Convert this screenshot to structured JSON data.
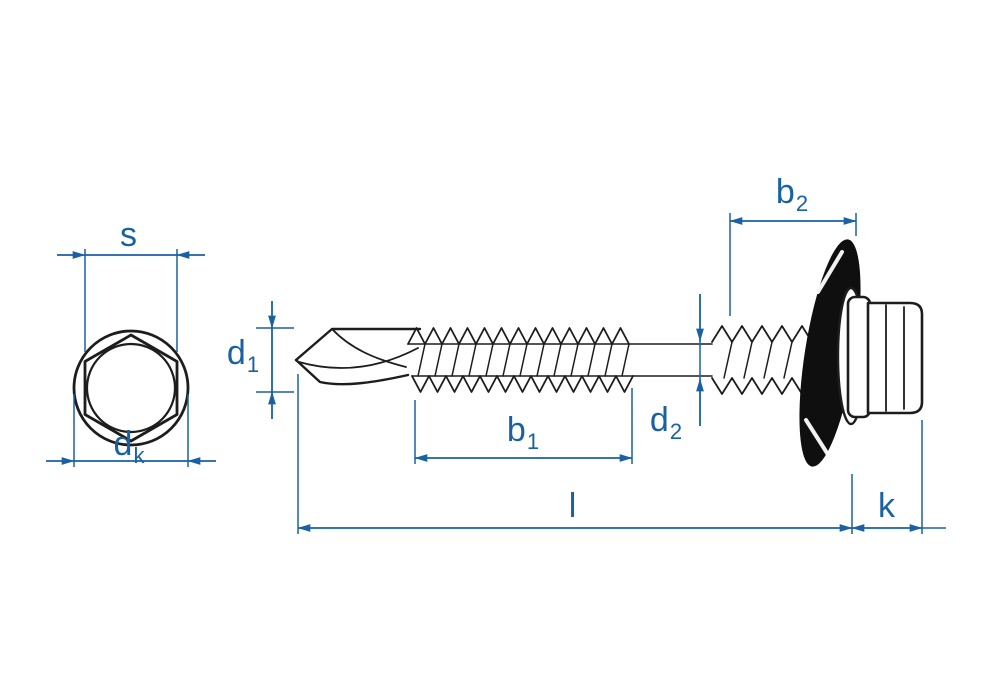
{
  "diagram": {
    "dimension_labels": {
      "s": {
        "base": "s",
        "sub": ""
      },
      "dk": {
        "base": "d",
        "sub": "k"
      },
      "d1": {
        "base": "d",
        "sub": "1"
      },
      "b1": {
        "base": "b",
        "sub": "1"
      },
      "d2": {
        "base": "d",
        "sub": "2"
      },
      "b2": {
        "base": "b",
        "sub": "2"
      },
      "l": {
        "base": "l",
        "sub": ""
      },
      "k": {
        "base": "k",
        "sub": ""
      }
    },
    "colors": {
      "dimension_blue": "#1a61a4",
      "line_dark": "#1d1d1d",
      "washer_black": "#0f0f0f",
      "background": "#ffffff"
    }
  }
}
